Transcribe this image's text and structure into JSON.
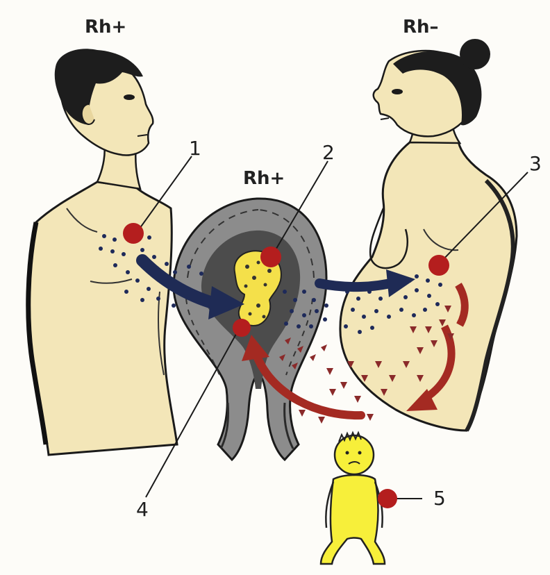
{
  "labels": {
    "father_rh": "Rh+",
    "mother_rh": "Rh–",
    "fetus_rh": "Rh+"
  },
  "callouts": [
    "1",
    "2",
    "3",
    "4",
    "5"
  ],
  "colors": {
    "skin": "#f3e6b8",
    "fetus_yellow": "#f4e04a",
    "baby_yellow": "#f7ef3a",
    "uterus_gray": "#8c8c8c",
    "marker_red": "#b41e1e",
    "antigen_navy": "#1e2a5a",
    "antibody_red": "#8a2a2a",
    "arrow_navy": "#1f2b55",
    "arrow_red": "#a42a22"
  }
}
